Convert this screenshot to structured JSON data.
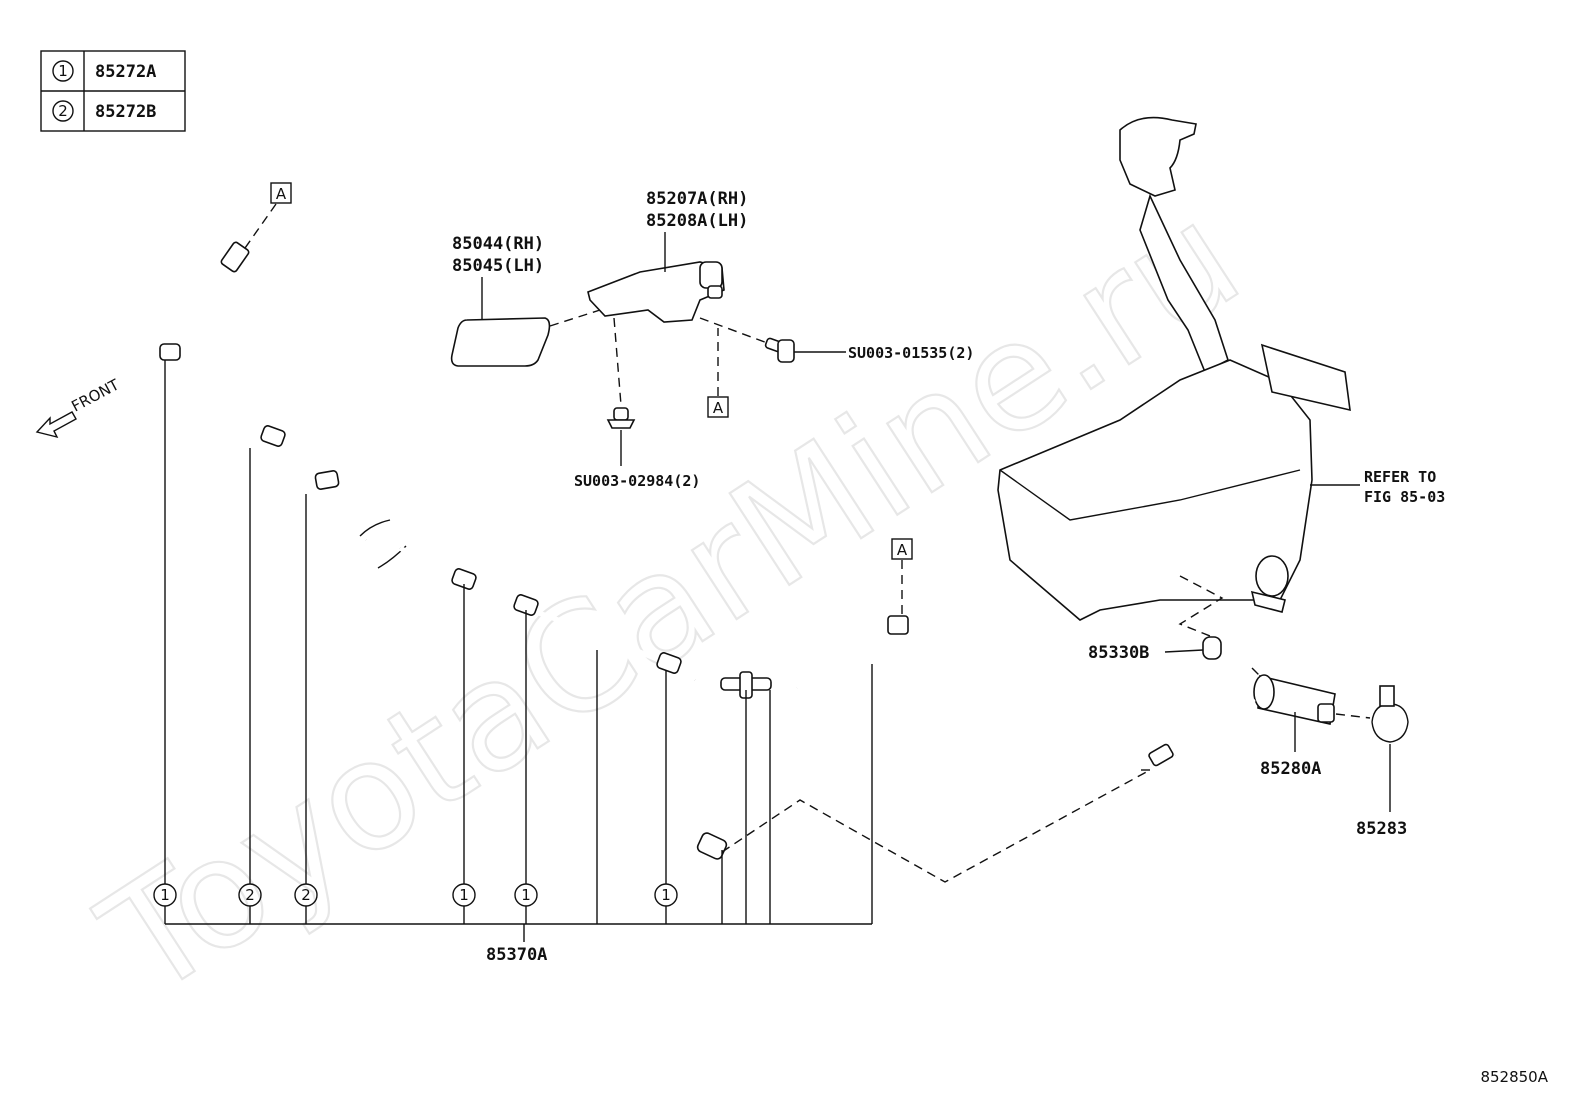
{
  "legend": [
    {
      "num": "1",
      "code": "85272A"
    },
    {
      "num": "2",
      "code": "85272B"
    }
  ],
  "ref_marker": "A",
  "front_label": "FRONT",
  "parts": {
    "nozzle_rh": "85207A(RH)",
    "nozzle_lh": "85208A(LH)",
    "cover_rh": "85044(RH)",
    "cover_lh": "85045(LH)",
    "bolt": "SU003-01535(2)",
    "clip": "SU003-02984(2)",
    "refer_line1": "REFER TO",
    "refer_line2": "FIG 85-03",
    "grommet": "85330B",
    "pump": "85280A",
    "bracket": "85283",
    "hose_assy": "85370A"
  },
  "callouts": [
    "1",
    "2",
    "2",
    "1",
    "1",
    "1"
  ],
  "watermark": "ToyotaCarMine.ru",
  "figure_id": "852850A"
}
